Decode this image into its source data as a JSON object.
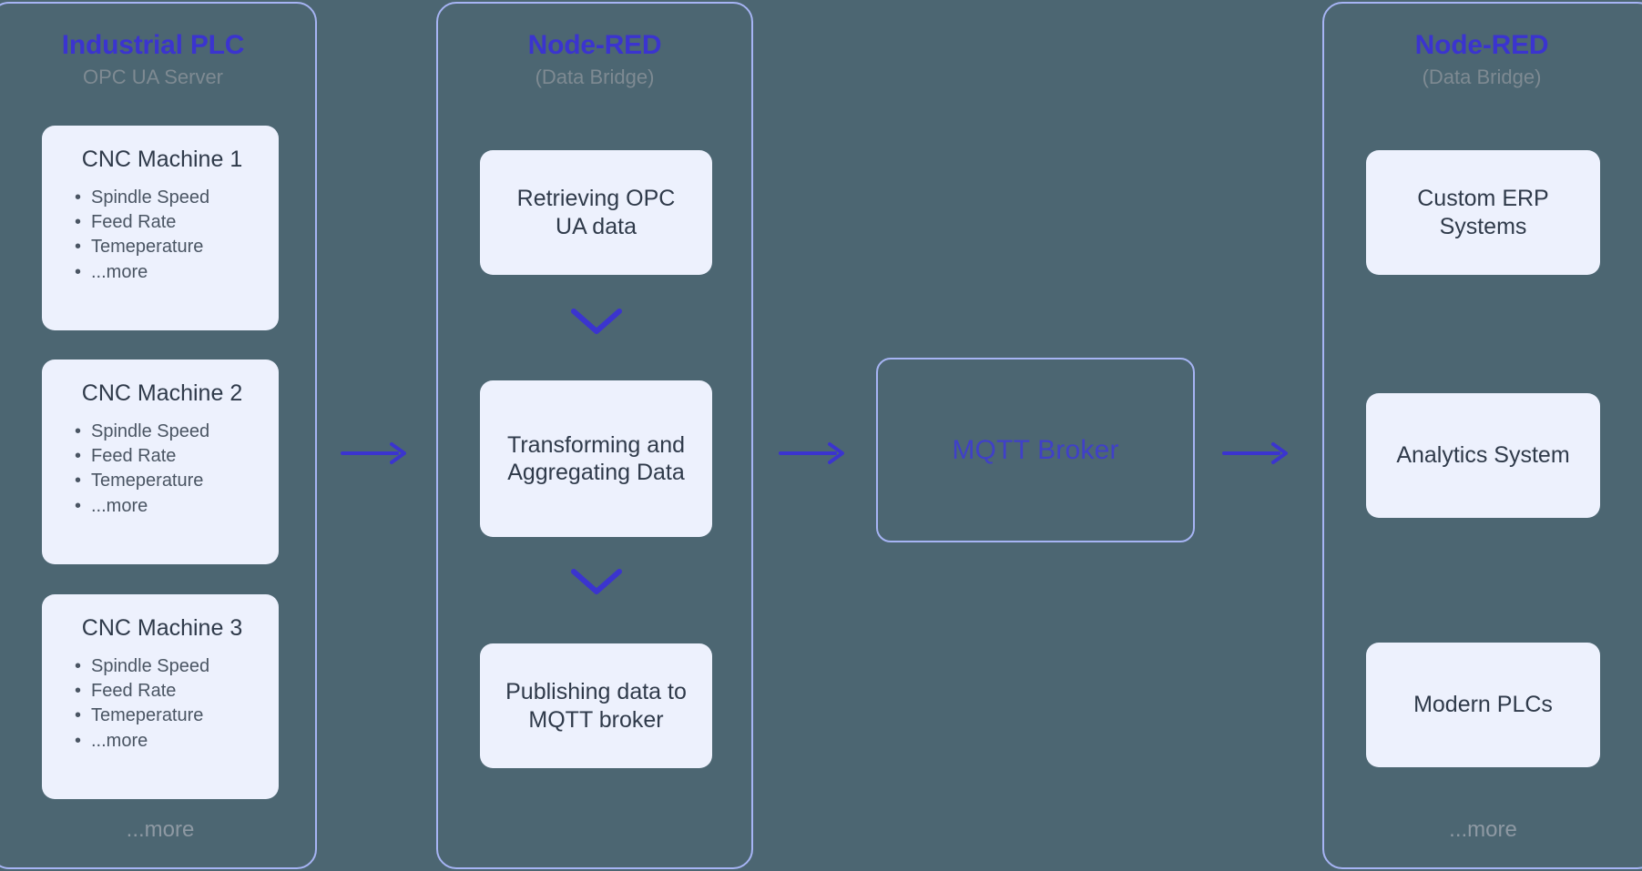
{
  "diagram": {
    "title": "Industrial PLC to MQTT data bridge architecture",
    "background_color": "#4c6672",
    "accent_color": "#3b34cf",
    "card_color": "#edf1fd",
    "border_color": "#a6b4f4",
    "muted_text_color": "#7e8a92"
  },
  "columns": [
    {
      "id": "plc",
      "title": "Industrial PLC",
      "subtitle": "OPC UA Server",
      "more_label": "...more",
      "machines": [
        {
          "name": "CNC Machine 1",
          "specs": [
            "Spindle Speed",
            "Feed Rate",
            "Temeperature",
            "...more"
          ]
        },
        {
          "name": "CNC Machine 2",
          "specs": [
            "Spindle Speed",
            "Feed Rate",
            "Temeperature",
            "...more"
          ]
        },
        {
          "name": "CNC Machine 3",
          "specs": [
            "Spindle Speed",
            "Feed Rate",
            "Temeperature",
            "...more"
          ]
        }
      ]
    },
    {
      "id": "bridge-in",
      "title": "Node-RED",
      "subtitle": "(Data Bridge)",
      "steps": [
        "Retrieving OPC UA data",
        "Transforming and Aggregating Data",
        "Publishing data to MQTT broker"
      ]
    },
    {
      "id": "bridge-out",
      "title": "Node-RED",
      "subtitle": "(Data Bridge)",
      "more_label": "...more",
      "consumers": [
        "Custom ERP Systems",
        "Analytics System",
        "Modern PLCs"
      ]
    }
  ],
  "broker": {
    "label": "MQTT Broker"
  },
  "bullet_glyph": "•",
  "connectors": {
    "arrow_1_name": "arrow-plc-to-bridge",
    "arrow_2_name": "arrow-bridge-to-broker",
    "arrow_3_name": "arrow-broker-to-consumers",
    "chevron_1_name": "chevron-down-step-1-to-2",
    "chevron_2_name": "chevron-down-step-2-to-3"
  }
}
